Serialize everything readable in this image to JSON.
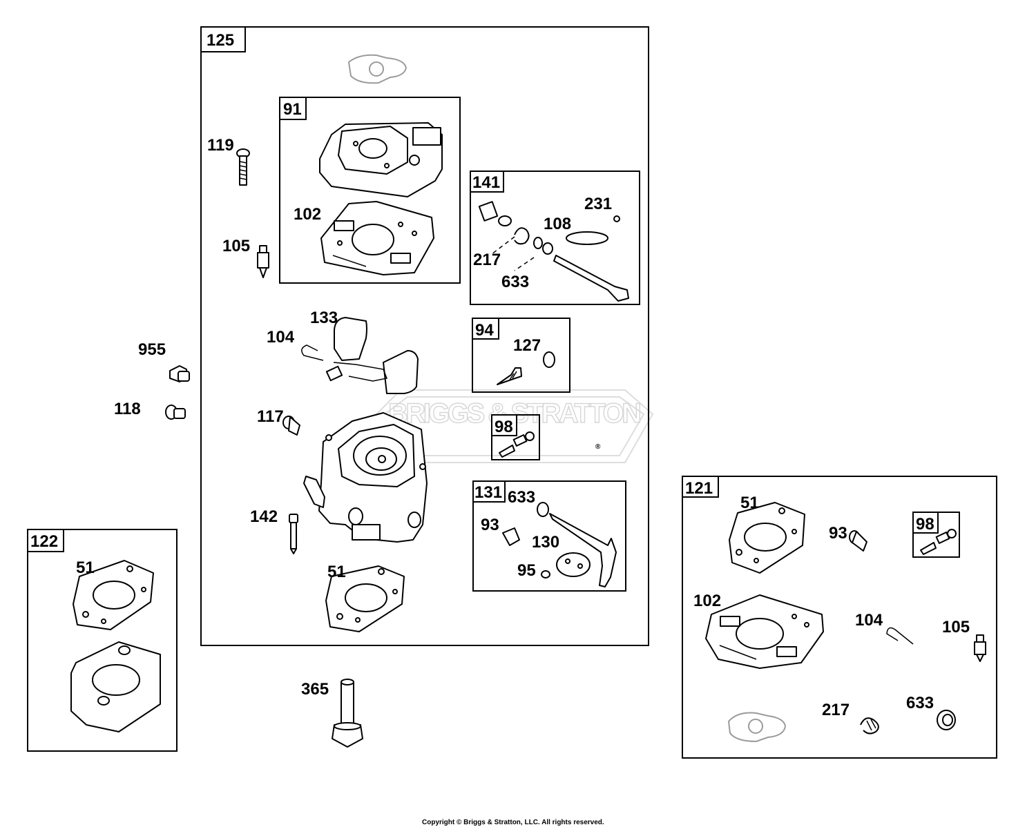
{
  "watermark": {
    "brand": "BRIGGS & STRATTON",
    "registered": "®"
  },
  "copyright": "Copyright © Briggs & Stratton, LLC. All rights reserved.",
  "groups": {
    "g125": "125",
    "g91": "91",
    "g141": "141",
    "g94": "94",
    "g98a": "98",
    "g131": "131",
    "g122": "122",
    "g121": "121",
    "g98b": "98"
  },
  "parts": {
    "p119": "119",
    "p105a": "105",
    "p102a": "102",
    "p231": "231",
    "p108": "108",
    "p217a": "217",
    "p633a": "633",
    "p133": "133",
    "p104a": "104",
    "p127": "127",
    "p955": "955",
    "p118": "118",
    "p117": "117",
    "p142": "142",
    "p51a": "51",
    "p633b": "633",
    "p93a": "93",
    "p130": "130",
    "p95": "95",
    "p51b": "51",
    "p365": "365",
    "p51c": "51",
    "p93b": "93",
    "p102b": "102",
    "p104b": "104",
    "p105b": "105",
    "p217b": "217",
    "p633c": "633"
  }
}
